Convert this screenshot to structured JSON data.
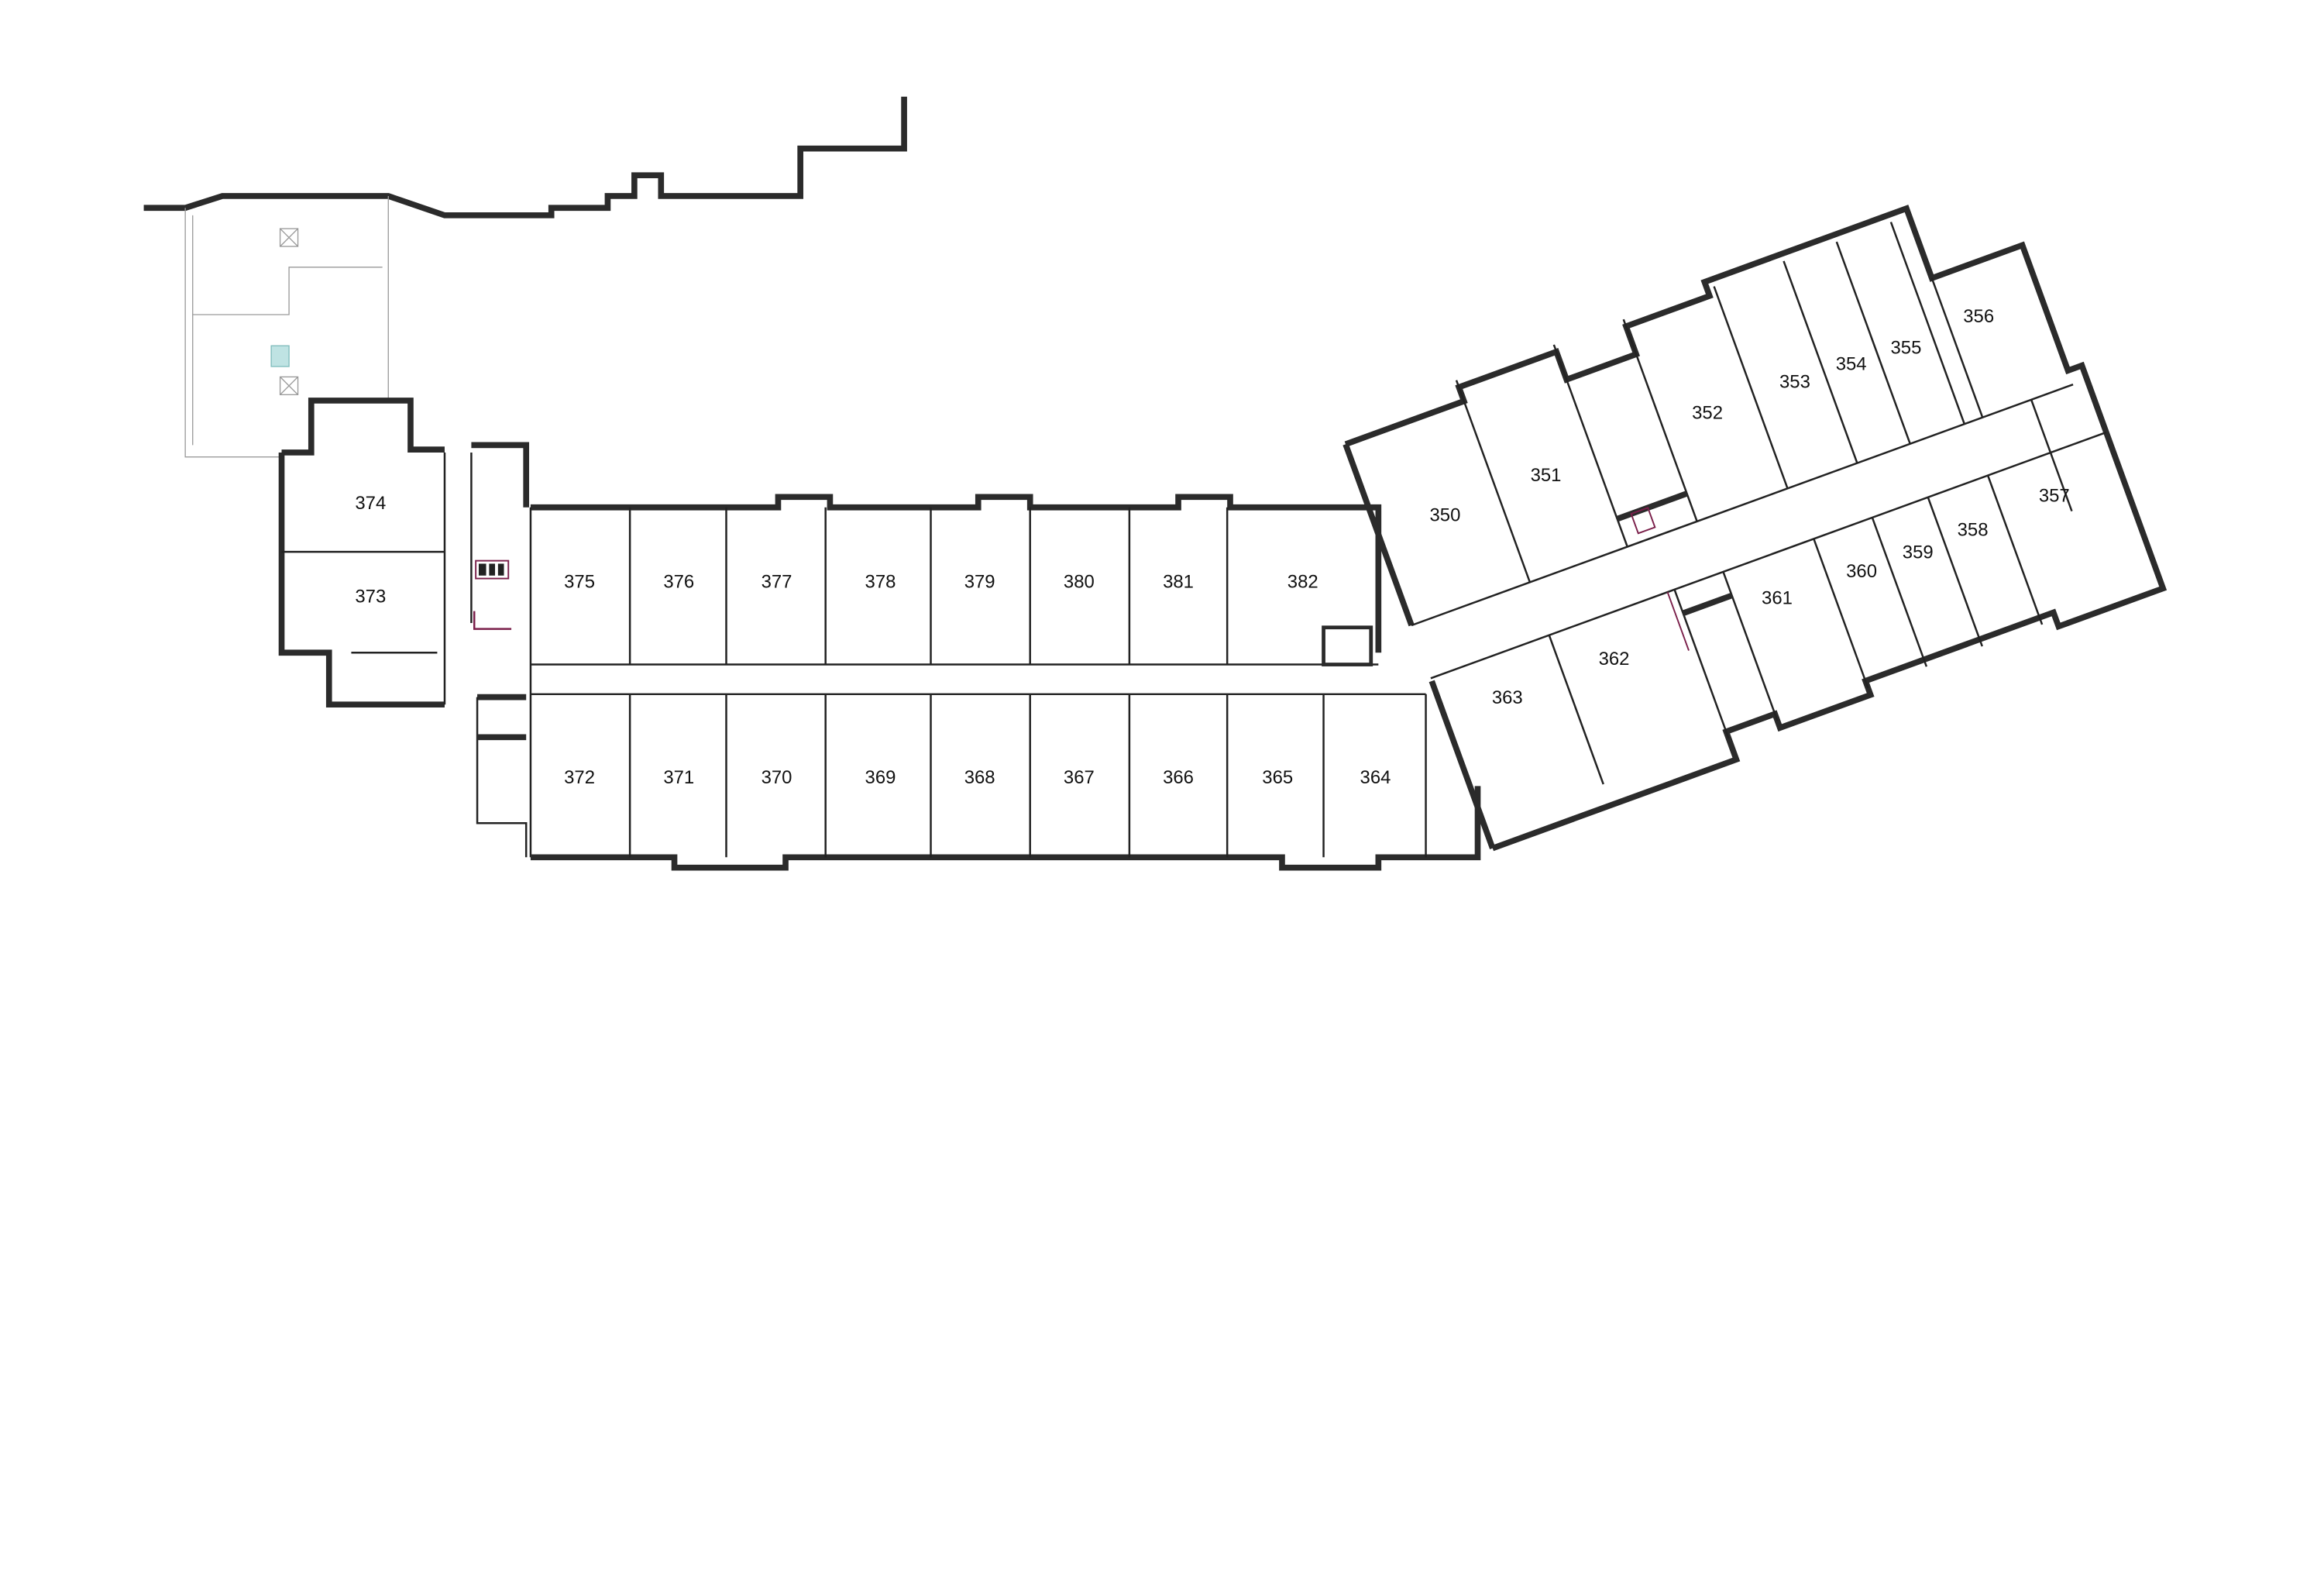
{
  "floor_plan": {
    "west_rooms": [
      "374",
      "373"
    ],
    "north_corridor_rooms": [
      "375",
      "376",
      "377",
      "378",
      "379",
      "380",
      "381",
      "382"
    ],
    "south_corridor_rooms": [
      "372",
      "371",
      "370",
      "369",
      "368",
      "367",
      "366",
      "365",
      "364"
    ],
    "east_wing_north_rooms": [
      "350",
      "351",
      "352",
      "353",
      "354",
      "355",
      "356"
    ],
    "east_wing_south_rooms": [
      "363",
      "362",
      "361",
      "360",
      "359",
      "358",
      "357"
    ]
  },
  "colors": {
    "wall": "#2b2b2b",
    "accent_stair": "#7a1f4a",
    "skylight": "#bfe3e3"
  }
}
